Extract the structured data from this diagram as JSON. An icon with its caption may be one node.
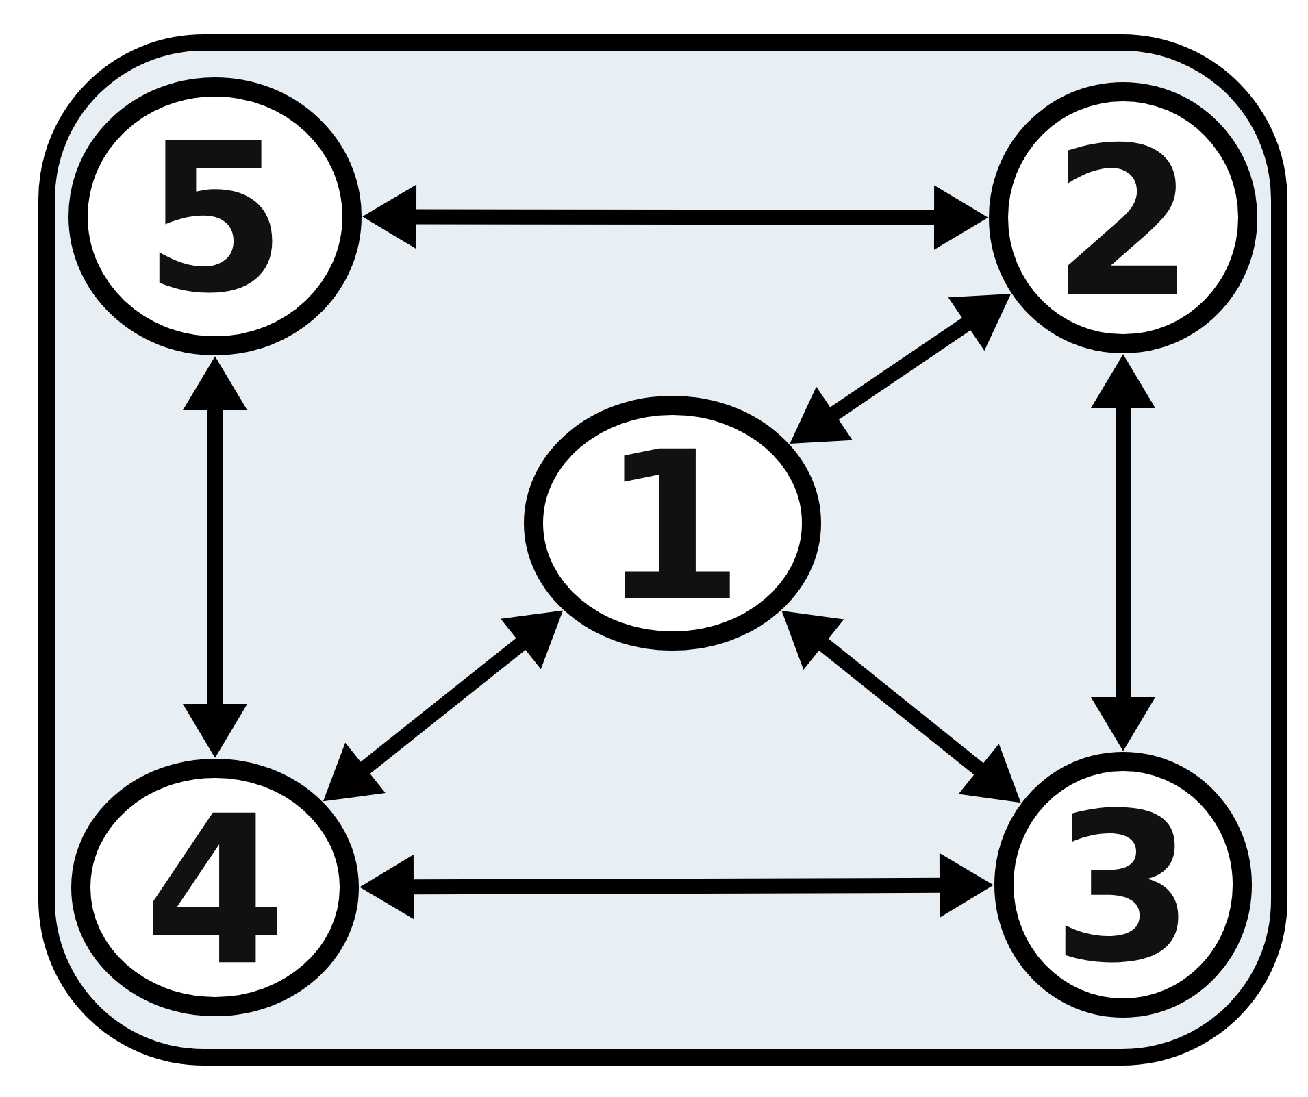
{
  "diagram": {
    "nodes": [
      {
        "text": [
          "5"
        ]
      },
      {
        "text": [
          "2"
        ]
      },
      {
        "text": [
          "1"
        ]
      },
      {
        "text": [
          "4"
        ]
      },
      {
        "text": [
          "3"
        ]
      }
    ],
    "edges": [
      {
        "from": 0,
        "to": 1,
        "arrow": "both"
      },
      {
        "from": 1,
        "to": 2,
        "arrow": "both"
      },
      {
        "from": 0,
        "to": 3,
        "arrow": "both"
      },
      {
        "from": 1,
        "to": 4,
        "arrow": "both"
      },
      {
        "from": 2,
        "to": 3,
        "arrow": "both"
      },
      {
        "from": 2,
        "to": 4,
        "arrow": "both"
      },
      {
        "from": 3,
        "to": 4,
        "arrow": "both"
      }
    ]
  }
}
